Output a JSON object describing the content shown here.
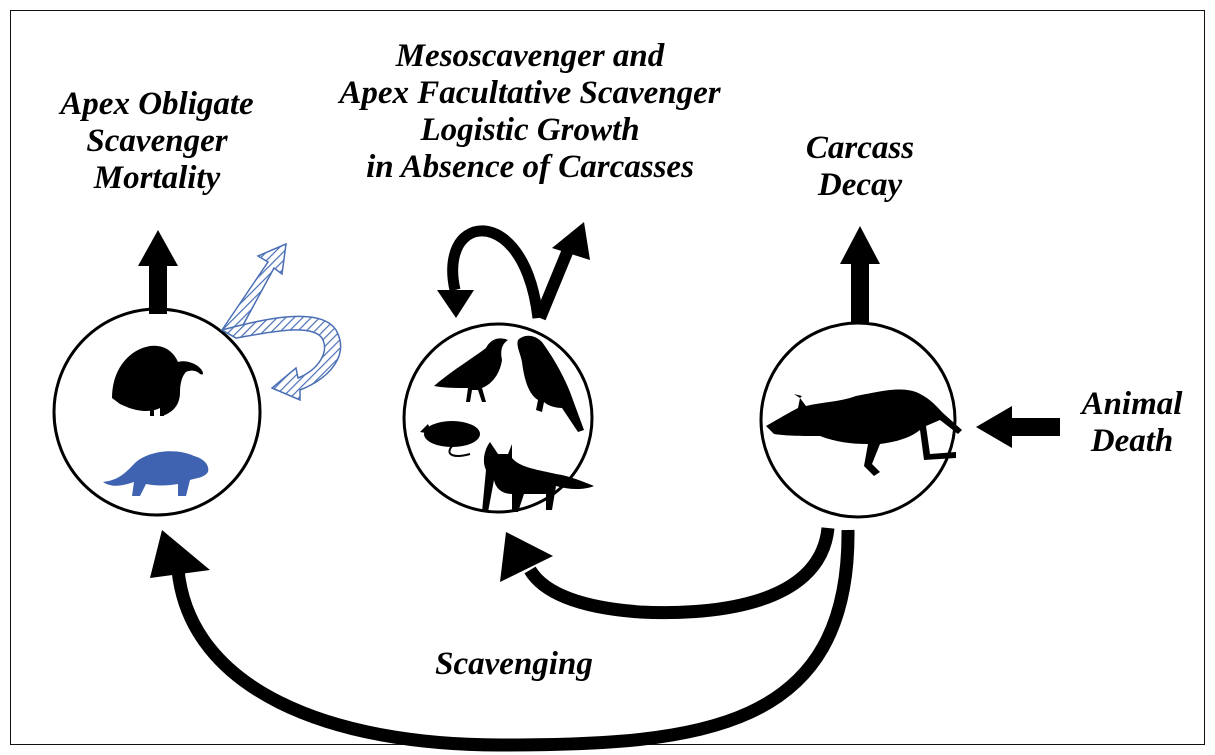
{
  "labels": {
    "apex_obligate": [
      "Apex Obligate",
      "Scavenger",
      "Mortality"
    ],
    "meso": [
      "Mesoscavenger and",
      "Apex Facultative Scavenger",
      "Logistic Growth",
      "in Absence of Carcasses"
    ],
    "carcass_decay": [
      "Carcass",
      "Decay"
    ],
    "animal_death": [
      "Animal",
      "Death"
    ],
    "scavenging": "Scavenging"
  },
  "nodes": [
    {
      "id": "apex-obligate",
      "icons": [
        "vulture-icon",
        "tasmanian-devil-icon"
      ]
    },
    {
      "id": "mesoscavenger",
      "icons": [
        "crow-icon",
        "raven-icon",
        "rat-icon",
        "fox-icon"
      ]
    },
    {
      "id": "carcass",
      "icons": [
        "deer-carcass-icon"
      ]
    }
  ],
  "colors": {
    "ink": "#000000",
    "devil": "#3f63b0",
    "hatched_arrow": "#4a6fb5",
    "background": "#ffffff"
  }
}
